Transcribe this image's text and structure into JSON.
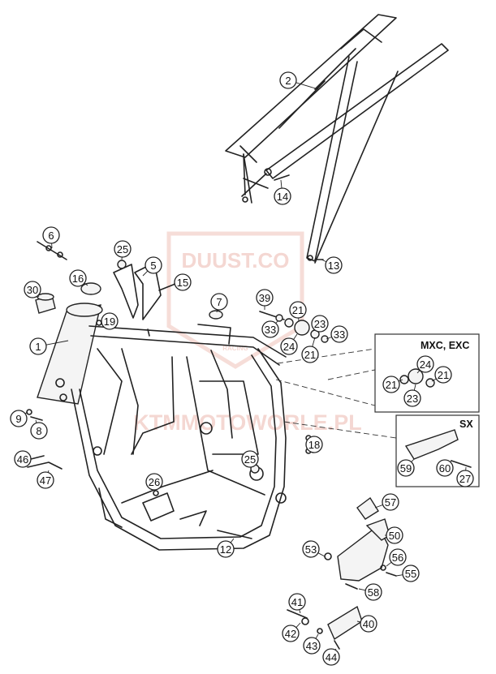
{
  "watermark": {
    "brand": "DUUST.CO",
    "site": "KTMMOTOWORLE.PL",
    "small_text": "RACING"
  },
  "variant_boxes": [
    {
      "title": "MXC, EXC"
    },
    {
      "title": "SX"
    }
  ],
  "callouts": [
    "1",
    "2",
    "5",
    "6",
    "7",
    "8",
    "9",
    "12",
    "13",
    "14",
    "15",
    "16",
    "18",
    "19",
    "21",
    "21",
    "21",
    "21",
    "23",
    "23",
    "24",
    "24",
    "25",
    "25",
    "26",
    "27",
    "30",
    "33",
    "33",
    "39",
    "40",
    "41",
    "42",
    "43",
    "44",
    "46",
    "47",
    "50",
    "53",
    "55",
    "56",
    "57",
    "58",
    "59",
    "60"
  ]
}
